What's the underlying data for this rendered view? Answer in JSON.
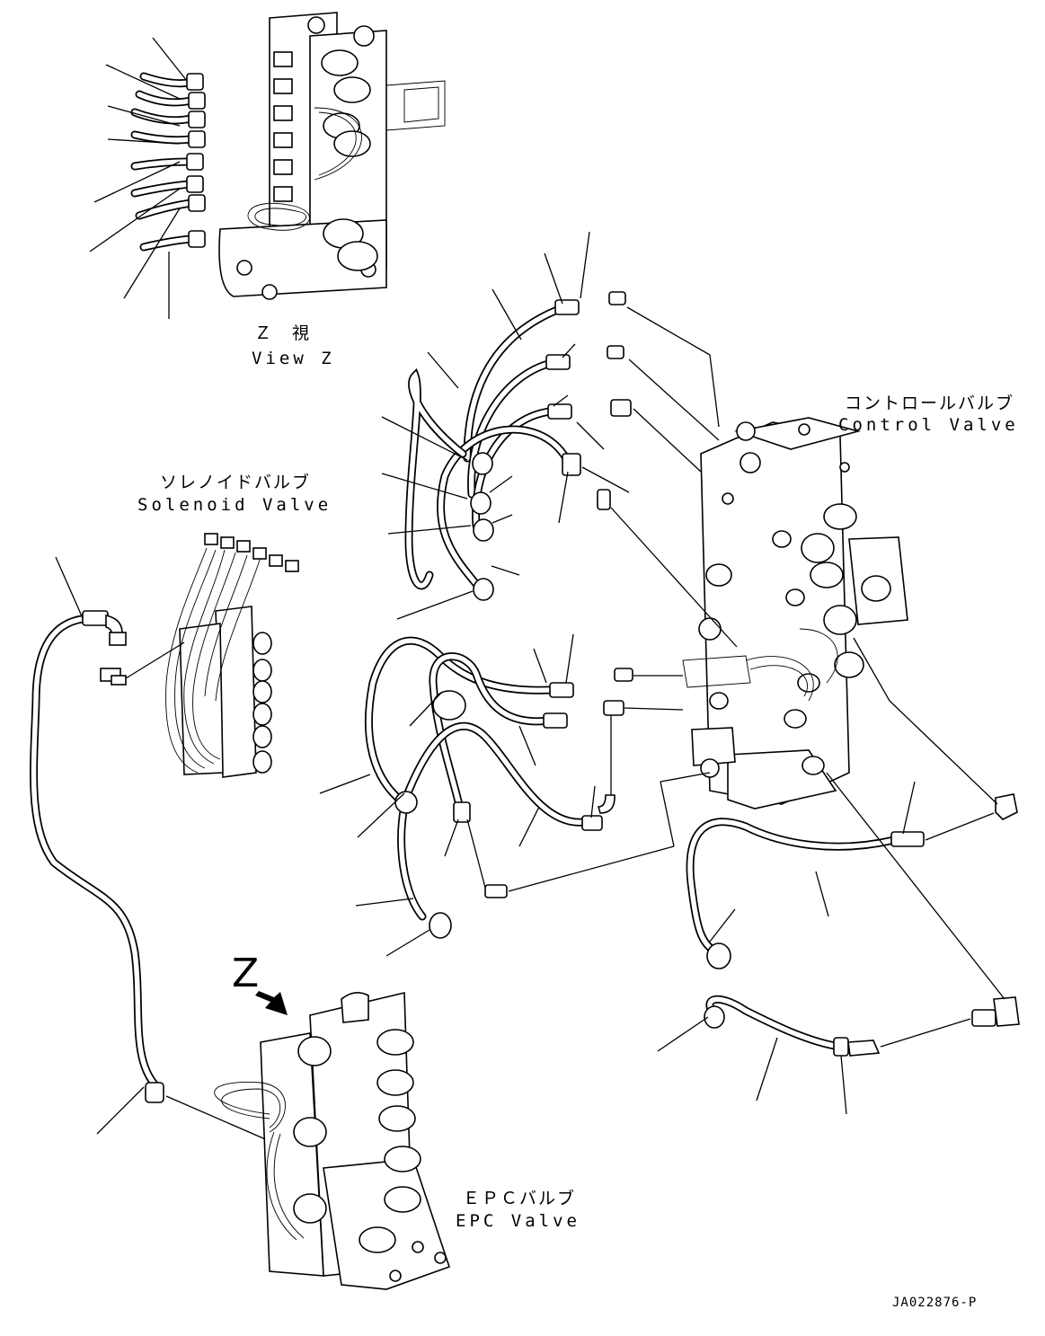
{
  "view_z": {
    "jp": "Ｚ　視",
    "en": "View Z"
  },
  "control_valve": {
    "jp": "コントロールバルブ",
    "en": "Control Valve"
  },
  "solenoid_valve": {
    "jp": "ソレノイドバルブ",
    "en": "Solenoid Valve"
  },
  "epc_valve": {
    "jp": "ＥＰＣバルブ",
    "en": "EPC Valve"
  },
  "view_marker": "Z",
  "drawing_code": "JA022876-P"
}
